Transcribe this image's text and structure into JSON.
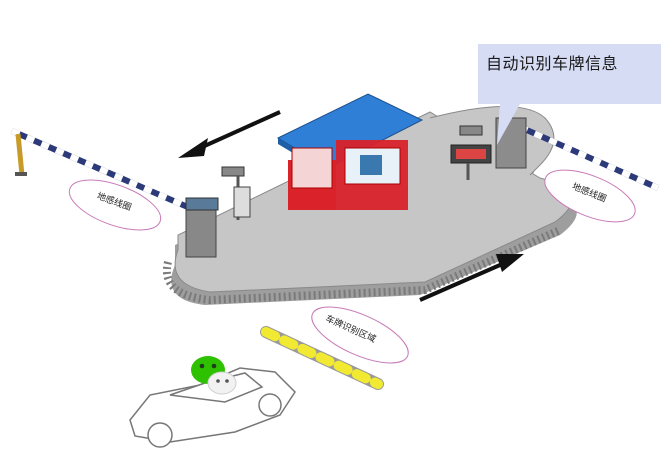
{
  "callout": {
    "text": "自动识别车牌信息"
  },
  "labels": {
    "loop_left": "地感线圈",
    "loop_right": "地感线圈",
    "plate_zone": "车牌识别区域"
  },
  "colors": {
    "island": "#c4c4c4",
    "island_edge": "#8f8f8f",
    "booth_roof": "#2f7fd6",
    "booth_wall": "#d9222a",
    "barrier_stripe": "#2d3a7a",
    "speed_bump": "#f2ea32",
    "callout_bg": "#d6dcf4",
    "wechat_green": "#2ec100"
  },
  "icons": [
    "wechat-icon",
    "car-outline",
    "direction-arrow"
  ]
}
